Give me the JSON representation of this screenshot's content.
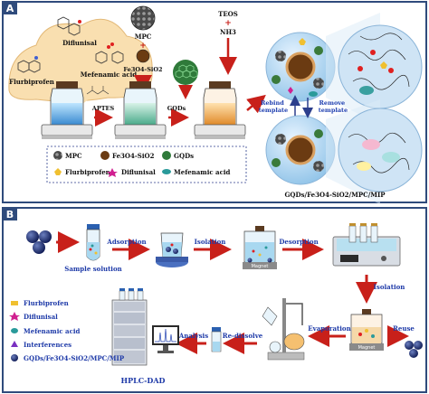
{
  "panel_a": {
    "letter": "A",
    "cloud_labels": {
      "diflunisal": "Diflunisal",
      "flurbiprofen": "Flurbiprofen",
      "mefenamic": "Mefenamic acid"
    },
    "reagents": {
      "mpc": "MPC",
      "plus1": "+",
      "fe3o4": "Fe3O4-SiO2",
      "teos": "TEOS",
      "plus2": "+",
      "nh3": "NH3"
    },
    "step_labels": {
      "aptes": "APTES",
      "gqds": "GQDs"
    },
    "arrows": {
      "rebind": [
        "Rebind",
        "template"
      ],
      "remove": [
        "Remove",
        "template"
      ]
    },
    "legend": {
      "mpc": "MPC",
      "fe3o4": "Fe3O4-SiO2",
      "gqds": "GQDs",
      "flurbiprofen": "Flurbiprofen",
      "diflunisal": "Diflunisal",
      "mefenamic": "Mefenamic acid"
    },
    "product": "GQDs/Fe3O4-SiO2/MPC/MIP"
  },
  "panel_b": {
    "letter": "B",
    "steps": {
      "sample": "Sample solution",
      "adsorption": "Adsorption",
      "isolation1": "Isolation",
      "desorption": "Desorption",
      "isolation2": "Isolation",
      "evaporation": "Evaporation",
      "reuse": "Reuse",
      "redissolve": "Re-dissolve",
      "analysis": "Analysis",
      "instrument": "HPLC-DAD"
    },
    "magnet_labels": [
      "Magnet",
      "Magnet"
    ],
    "legend": [
      "Flurbiprofen",
      "Diflunisal",
      "Mefenamic acid",
      "Interferences",
      "GQDs/Fe3O4-SiO2/MPC/MIP"
    ]
  },
  "colors": {
    "panel_header": "#2f4b7c",
    "arrow_red": "#c8201a",
    "step_text": "#1f3fb0",
    "border": "#9aa3b5"
  }
}
